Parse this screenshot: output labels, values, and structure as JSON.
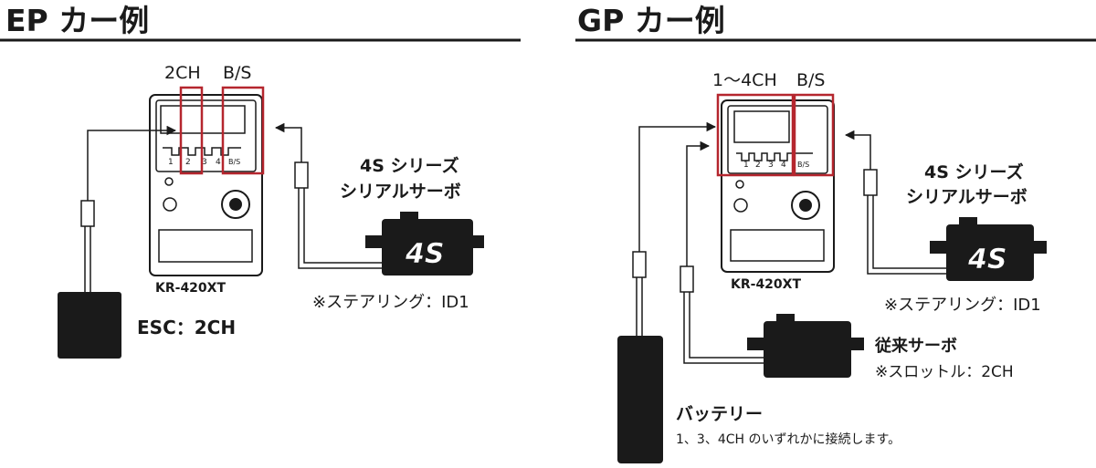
{
  "ep": {
    "title": "EP カー例",
    "label_2ch": "2CH",
    "label_bs": "B/S",
    "receiver": {
      "model": "KR-420XT",
      "ports": [
        "1",
        "2",
        "3",
        "4",
        "B/S"
      ]
    },
    "servo": {
      "line1": "4S シリーズ",
      "line2": "シリアルサーボ",
      "badge": "4S",
      "note": "※ステアリング：ID1"
    },
    "esc": "ESC：2CH"
  },
  "gp": {
    "title": "GP カー例",
    "label_1_4ch": "1～4CH",
    "label_bs": "B/S",
    "receiver": {
      "model": "KR-420XT",
      "ports": [
        "1",
        "2",
        "3",
        "4",
        "B/S"
      ]
    },
    "servo_4s": {
      "line1": "4S シリーズ",
      "line2": "シリアルサーボ",
      "badge": "4S",
      "note": "※ステアリング：ID1"
    },
    "servo_std": {
      "line1": "従来サーボ",
      "note": "※スロットル：2CH"
    },
    "battery": {
      "title": "バッテリー",
      "note": "1、3、4CH のいずれかに接続します。"
    }
  },
  "colors": {
    "ink": "#1a1a1a",
    "highlight": "#b5262e",
    "fill": "#ffffff"
  }
}
